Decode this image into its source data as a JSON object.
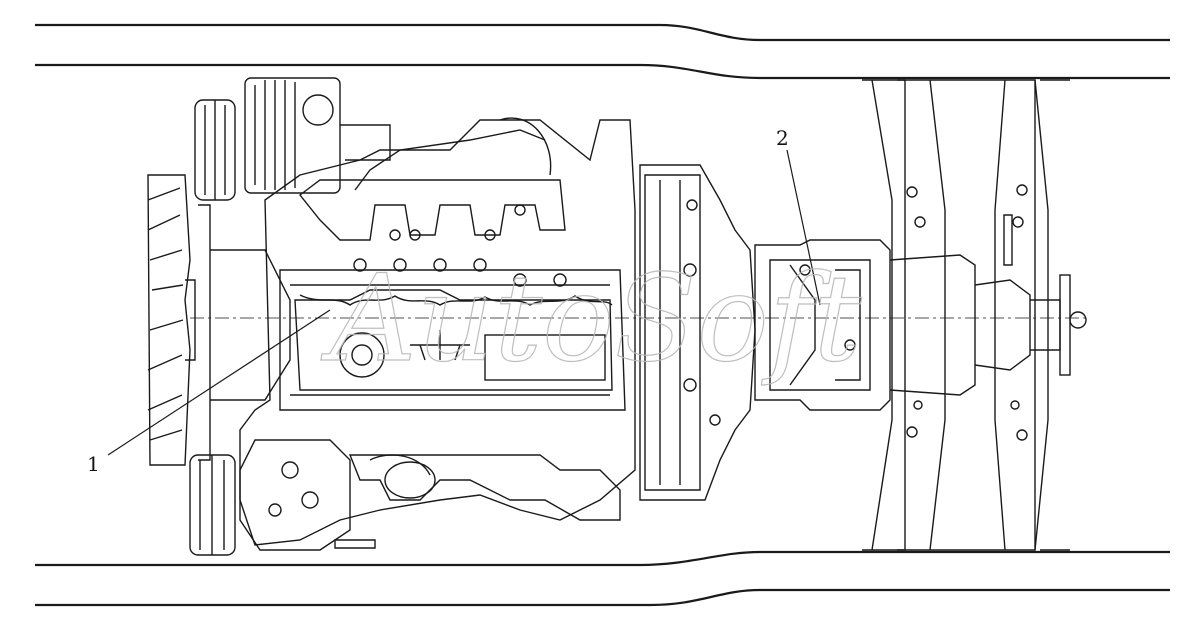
{
  "diagram": {
    "callouts": [
      {
        "id": "1",
        "label": "1"
      },
      {
        "id": "2",
        "label": "2"
      }
    ],
    "watermark": "AutoSoft",
    "colors": {
      "line": "#1a1a1a",
      "paper": "#ffffff",
      "watermark": "#d0d0d0"
    }
  }
}
